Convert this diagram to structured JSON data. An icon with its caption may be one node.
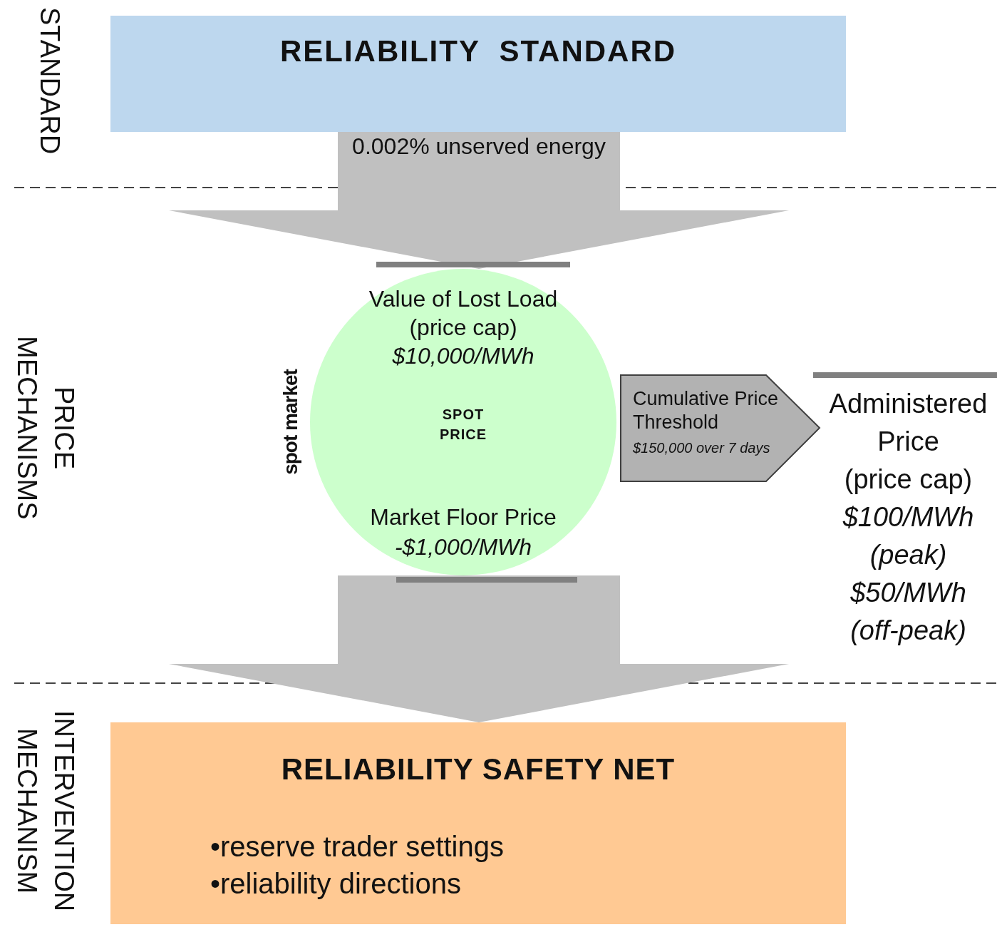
{
  "diagram": {
    "nodes": [
      {
        "text": [
          "RELIABILITY  STANDARD"
        ]
      },
      {
        "text": [
          "Value of Lost Load (price cap)",
          "$10,000/MWh",
          "SPOT PRICE",
          "Market Floor Price",
          "-$1,000/MWh"
        ],
        "beside": [
          "spot market"
        ]
      },
      {
        "text": [
          "Cumulative Price Threshold",
          "$150,000 over 7 days"
        ],
        "beside": [
          "Administered Price",
          "(price cap)",
          "$100/MWh (peak)",
          "$50/MWh (off-peak)"
        ]
      },
      {
        "text": [
          "RELIABILITY SAFETY NET",
          "•reserve trader settings",
          "•reliability directions"
        ]
      }
    ],
    "edges": [
      {
        "from": 0,
        "to": 1,
        "arrow": "to",
        "label": "0.002% unserved energy"
      },
      {
        "from": 1,
        "to": 3,
        "arrow": "to"
      }
    ],
    "labels": [
      "STANDARD",
      "PRICE MECHANISMS",
      "INTERVENTION MECHANISM"
    ]
  }
}
